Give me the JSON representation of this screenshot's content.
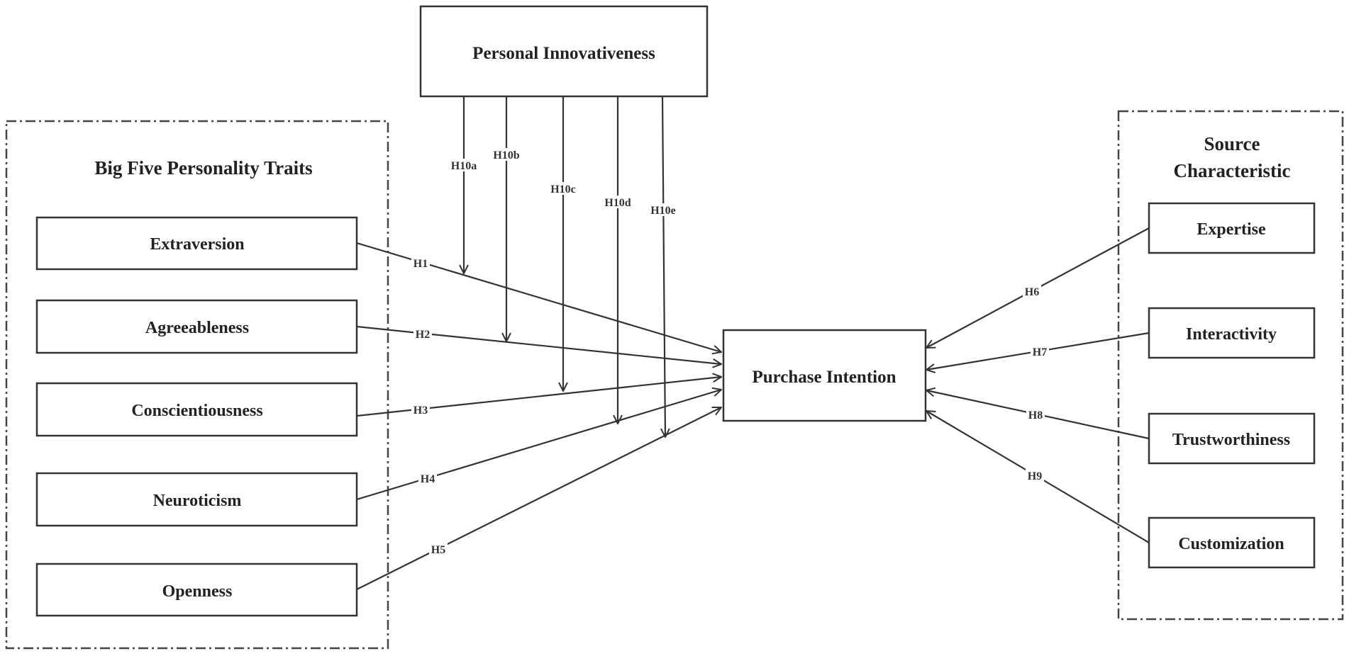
{
  "moderator": {
    "label": "Personal Innovativeness"
  },
  "left_group": {
    "title": "Big Five Personality Traits",
    "items": [
      {
        "label": "Extraversion"
      },
      {
        "label": "Agreeableness"
      },
      {
        "label": "Conscientiousness"
      },
      {
        "label": "Neuroticism"
      },
      {
        "label": "Openness"
      }
    ]
  },
  "right_group": {
    "title_lines": [
      "Source",
      "Characteristic"
    ],
    "items": [
      {
        "label": "Expertise"
      },
      {
        "label": "Interactivity"
      },
      {
        "label": "Trustworthiness"
      },
      {
        "label": "Customization"
      }
    ]
  },
  "center": {
    "label": "Purchase Intention"
  },
  "hypotheses": {
    "left_paths": [
      "H1",
      "H2",
      "H3",
      "H4",
      "H5"
    ],
    "right_paths": [
      "H6",
      "H7",
      "H8",
      "H9"
    ],
    "moderation_paths": [
      "H10a",
      "H10b",
      "H10c",
      "H10d",
      "H10e"
    ]
  }
}
